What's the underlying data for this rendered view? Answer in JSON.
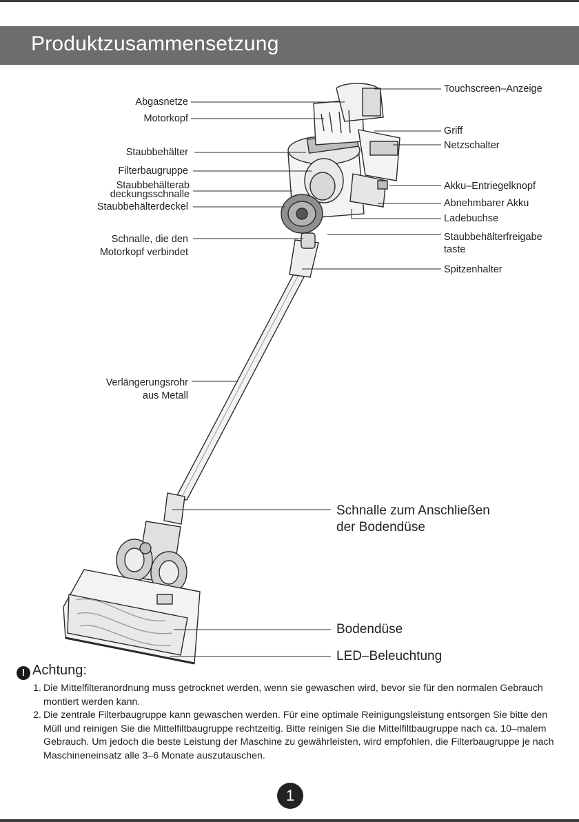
{
  "header": {
    "title": "Produktzusammensetzung"
  },
  "labels_left": {
    "abgasnetze": "Abgasnetze",
    "motorkopf": "Motorkopf",
    "staubbehaelter": "Staubbehälter",
    "filterbaugruppe": "Filterbaugruppe",
    "abdeckungsschnalle_1": "Staubbehälterab",
    "abdeckungsschnalle_2": "deckungsschnalle",
    "staubbehaelterdeckel": "Staubbehälterdeckel",
    "schnalle_motorkopf_1": "Schnalle, die den",
    "schnalle_motorkopf_2": "Motorkopf verbindet",
    "rohr_1": "Verlängerungsrohr",
    "rohr_2": "aus Metall"
  },
  "labels_right": {
    "touchscreen": "Touchscreen–Anzeige",
    "griff": "Griff",
    "netzschalter": "Netzschalter",
    "akku_entriegel": "Akku–Entriegelknopf",
    "akku": "Abnehmbarer Akku",
    "ladebuchse": "Ladebuchse",
    "freigabe_1": "Staubbehälterfreigabe",
    "freigabe_2": "taste",
    "spitzenhalter": "Spitzenhalter",
    "bodenduese_schnalle_1": "Schnalle zum Anschließen",
    "bodenduese_schnalle_2": "der Bodendüse",
    "bodenduese": "Bodendüse",
    "led": "LED–Beleuchtung"
  },
  "notes": {
    "heading": "Achtung:",
    "items": [
      {
        "num": "1.",
        "text": "Die Mittelfilteranordnung muss getrocknet werden, wenn sie gewaschen wird, bevor sie für den normalen Gebrauch montiert werden kann."
      },
      {
        "num": "2.",
        "text": "Die zentrale Filterbaugruppe kann gewaschen werden. Für eine optimale Reinigungsleistung entsorgen Sie bitte den Müll und reinigen Sie die Mittelfiltbaugruppe rechtzeitig. Bitte reinigen Sie die Mittelfiltbaugruppe nach ca. 10–malem Gebrauch. Um jedoch die beste Leistung der Maschine zu gewährleisten, wird empfohlen, die Filterbaugruppe je nach Maschineneinsatz alle 3–6 Monate auszutauschen."
      }
    ]
  },
  "page_number": "1"
}
